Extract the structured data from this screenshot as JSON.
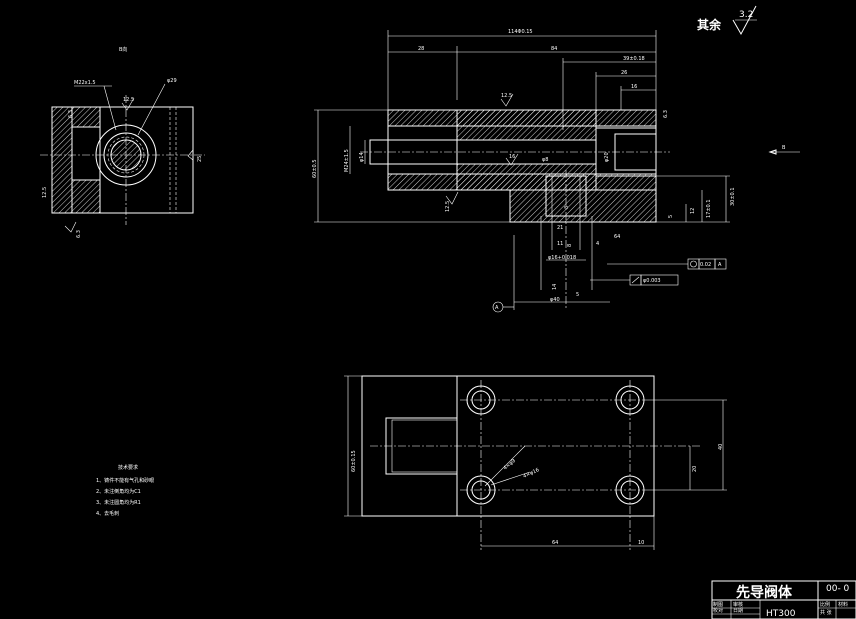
{
  "roughness": {
    "other_label": "其余",
    "other_value": "3.2",
    "r_12_5": "12.5",
    "r_16": "16",
    "r_6_3": "6.3",
    "r_25": "25"
  },
  "side_view": {
    "title": "B向",
    "thread": "M22x1.5",
    "dia": "φ29"
  },
  "front_view": {
    "dims": {
      "overall": "114Φ0.15",
      "d28": "28",
      "d84": "84",
      "d39": "39±0.18",
      "d26": "26",
      "d16": "16",
      "d30": "30±0.1",
      "d17": "17±0.1",
      "d12": "12",
      "d5": "5",
      "d60": "60±0.5",
      "d24": "M24±1.5",
      "d14": "φ14",
      "d8": "φ8",
      "d20": "φ20",
      "d11": "11",
      "d21": "21",
      "d8b": "8",
      "d3": "3",
      "d4": "4",
      "d64": "64",
      "d16h": "φ16+0.018",
      "d40": "φ40",
      "d14b": "14",
      "d5b": "5"
    },
    "tolerance_1": "0.02",
    "tolerance_1_ref": "A",
    "tolerance_2": "φ0.003",
    "datum": "A",
    "b_arrow": "B"
  },
  "top_view": {
    "dims": {
      "d60": "60±0.15",
      "d40": "40",
      "d20": "20",
      "d64": "64",
      "d10": "10",
      "holes_a": "4×φ9",
      "holes_b": "4×φ16"
    }
  },
  "tech_req": {
    "title": "技术要求",
    "items": [
      "1、铸件不能有气孔和砂眼",
      "2、未注倒角均为C1",
      "3、未注圆角均为R1",
      "4、去毛刺"
    ]
  },
  "title_block": {
    "name": "先导阀体",
    "code": "00- 0",
    "material": "HT300",
    "r1c1": "制图",
    "r1c2": "审核",
    "r1c3": "比例",
    "r1c4": "材料",
    "r2c1": "校对",
    "r2c2": "日期",
    "r2c3": "共 张"
  }
}
